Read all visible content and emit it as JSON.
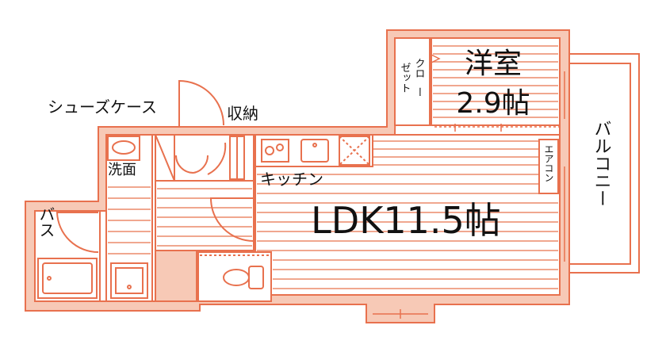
{
  "floor_plan": {
    "labels": {
      "western_room": "洋室",
      "western_room_size": "2.9帖",
      "closet_line1": "クロ",
      "closet_line2": "ー",
      "closet_line3": "ゼット",
      "balcony": "バルコニー",
      "shoe_case": "シューズケース",
      "storage": "収納",
      "washroom": "洗面",
      "kitchen": "キッチン",
      "air_conditioner": "エアコン",
      "ldk": "LDK11.5帖",
      "bath": "バス"
    },
    "colors": {
      "wall_fill": "#f7c9b6",
      "wall_line": "#e8714e",
      "floor_line": "#ec8a6a",
      "interior_bg": "#ffffff",
      "text": "#111111"
    }
  }
}
